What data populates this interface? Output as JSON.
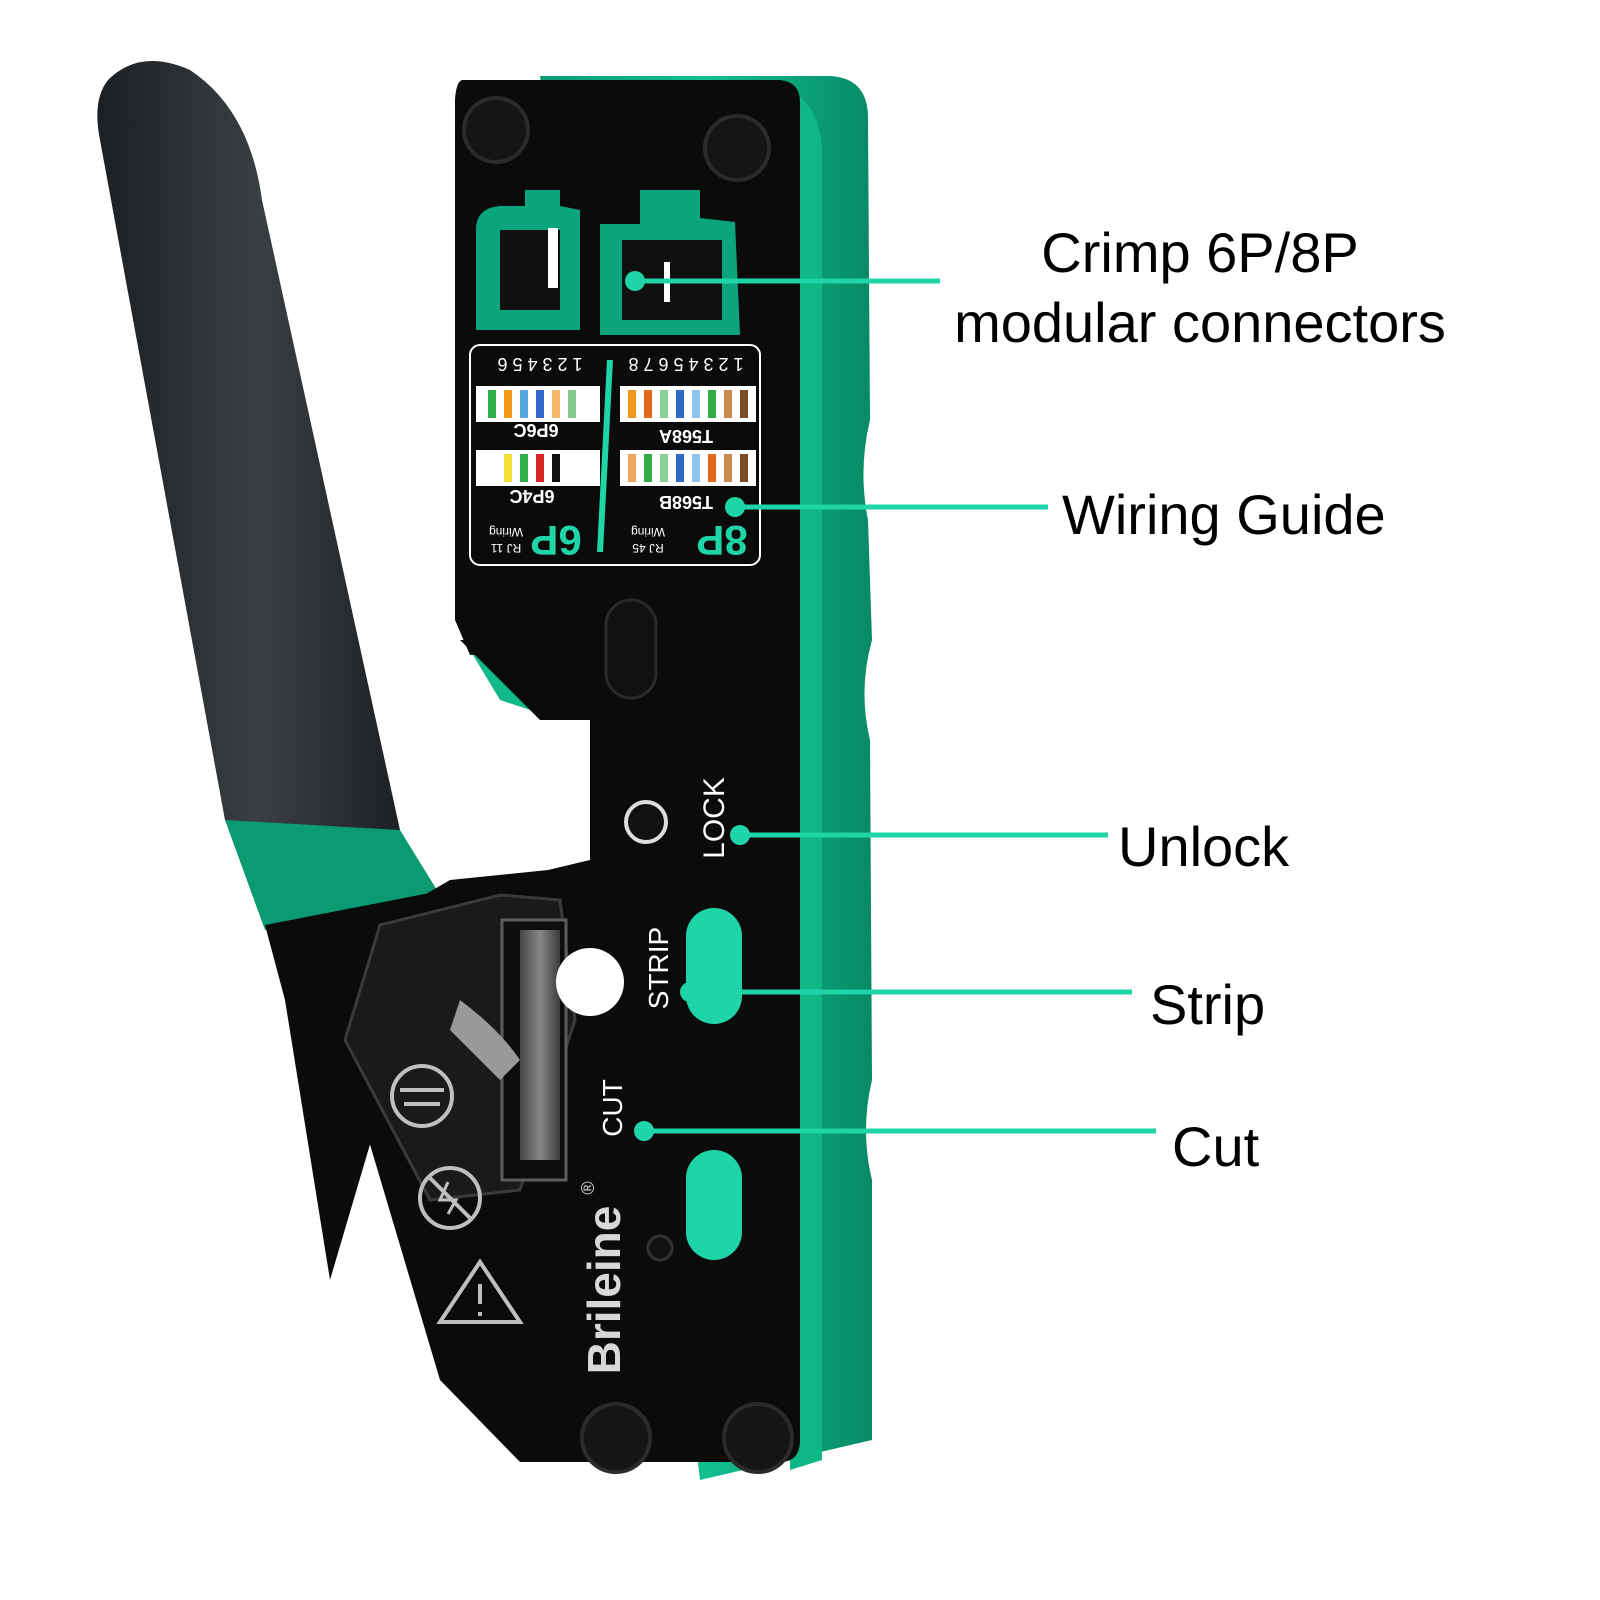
{
  "callouts": {
    "crimp_line1": "Crimp 6P/8P",
    "crimp_line2": "modular connectors",
    "wiring_guide": "Wiring Guide",
    "unlock": "Unlock",
    "strip": "Strip",
    "cut": "Cut"
  },
  "tool": {
    "brand": "Brileine",
    "registered_mark": "®",
    "lock_text": "LOCK",
    "strip_text": "STRIP",
    "cut_text": "CUT",
    "guide": {
      "pins_6": "1 2 3 4 5 6",
      "pins_8": "1 2 3 4 5 6 7 8",
      "label_6p6c": "6P6C",
      "label_6p4c": "6P4C",
      "label_t568a": "T568A",
      "label_t568b": "T568B",
      "big_6p": "6P",
      "big_8p": "8P",
      "rj11": "RJ 11",
      "rj45": "RJ 45",
      "wiring": "Wiring"
    }
  },
  "colors": {
    "accent_green": "#1fd4a6",
    "body_green": "#0aa57c",
    "dark_green": "#078a66",
    "tool_black": "#0b0b0b",
    "handle_grey": "#2e3234",
    "label_text": "#000000"
  }
}
